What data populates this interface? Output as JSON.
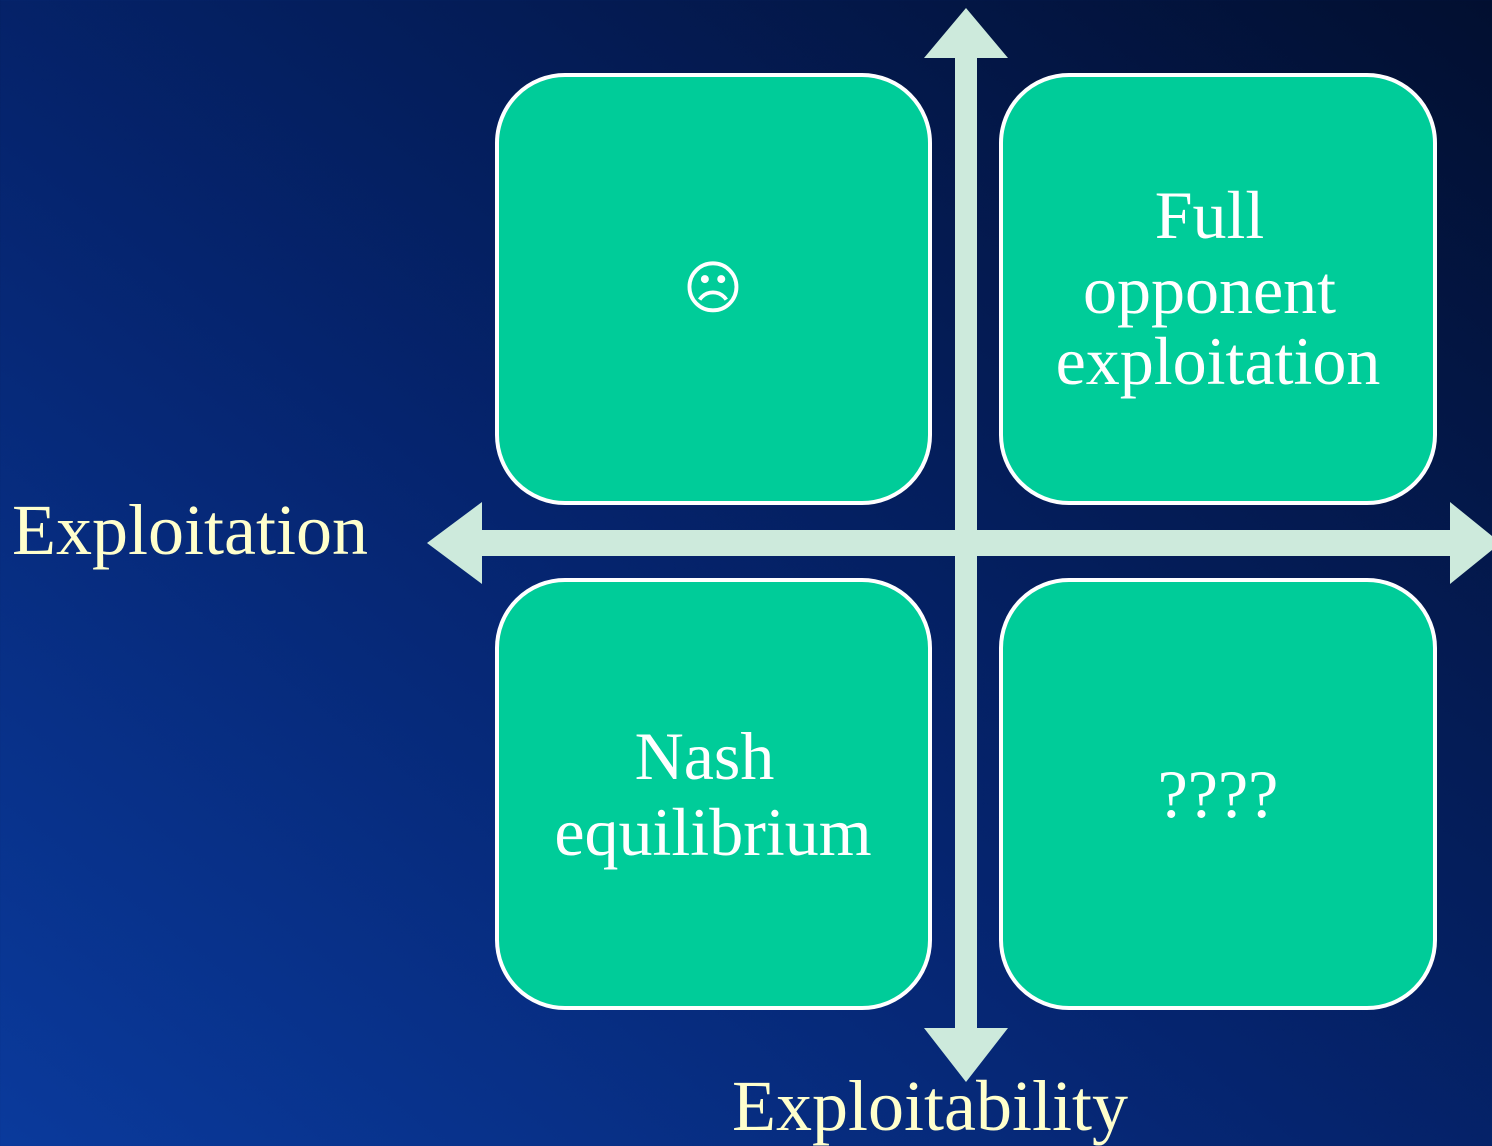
{
  "axes": {
    "horizontal_label": "Exploitation",
    "vertical_label": "Exploitability",
    "arrow_color": "#cdeadc"
  },
  "quadrants": {
    "top_left": {
      "lines": [
        "☹"
      ]
    },
    "top_right": {
      "lines": [
        "Full",
        "opponent",
        "exploitation"
      ]
    },
    "bottom_left": {
      "lines": [
        "Nash",
        "equilibrium"
      ]
    },
    "bottom_right": {
      "lines": [
        "????"
      ]
    }
  },
  "colors": {
    "box_fill": "#00cc99",
    "box_border": "#ffffff",
    "label_text": "#ffffcc",
    "box_text": "#ffffff"
  }
}
